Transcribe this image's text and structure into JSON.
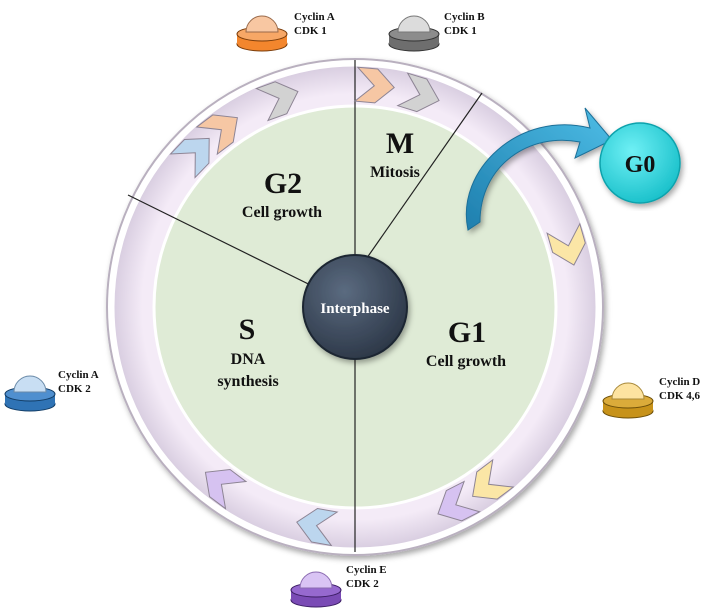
{
  "phases": {
    "m": {
      "letter": "M",
      "line1": "Mitosis"
    },
    "g2": {
      "letter": "G2",
      "line1": "Cell growth"
    },
    "s": {
      "letter": "S",
      "line1": "DNA",
      "line2": "synthesis"
    },
    "g1": {
      "letter": "G1",
      "line1": "Cell growth"
    }
  },
  "center_label": "Interphase",
  "g0_label": "G0",
  "cyclins": {
    "cyclin_a_cdk1": {
      "line1": "Cyclin A",
      "line2": "CDK 1",
      "color": "#f3862d"
    },
    "cyclin_b_cdk1": {
      "line1": "Cyclin B",
      "line2": "CDK 1",
      "color": "#6e6e6e"
    },
    "cyclin_a_cdk2": {
      "line1": "Cyclin A",
      "line2": "CDK 2",
      "color": "#2f73b5"
    },
    "cyclin_d_cdk46": {
      "line1": "Cyclin D",
      "line2": "CDK 4,6",
      "color": "#c7921a"
    },
    "cyclin_e_cdk2": {
      "line1": "Cyclin E",
      "line2": "CDK 2",
      "color": "#7a4bb5"
    }
  },
  "colors": {
    "outer_ring": "#f0e6f4",
    "inner_disk": "#dfebd6",
    "center": "#3c4a5c",
    "g0": "#2fd4dc",
    "curved_arrow": "#2f9cd0",
    "chevron_orange": "#f6c7a4",
    "chevron_gray": "#d2d2d2",
    "chevron_blue": "#bcd6ee",
    "chevron_yellow": "#fbe6a6",
    "chevron_purple": "#d6c2f1"
  }
}
